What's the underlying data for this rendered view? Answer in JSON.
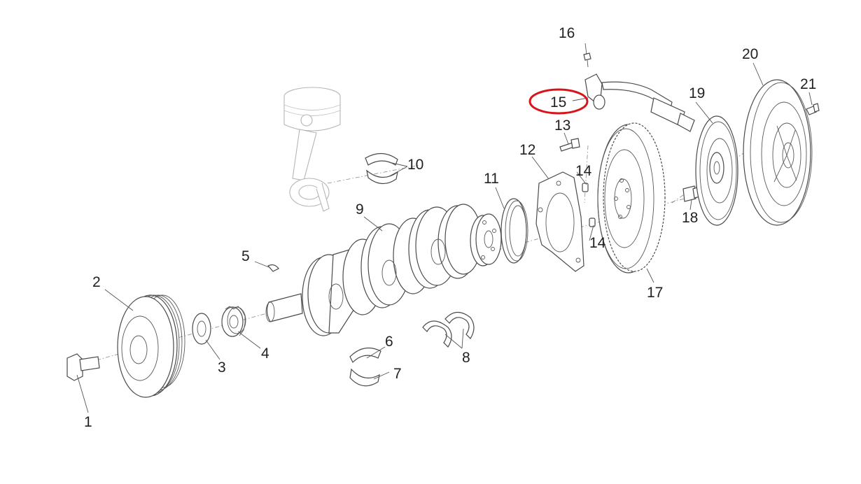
{
  "diagram": {
    "callouts": [
      "1",
      "2",
      "3",
      "4",
      "5",
      "6",
      "7",
      "8",
      "9",
      "10",
      "11",
      "12",
      "13",
      "14",
      "14",
      "15",
      "16",
      "17",
      "18",
      "19",
      "20",
      "21"
    ],
    "highlighted_callout": "15",
    "highlight_color": "#d8141b"
  }
}
